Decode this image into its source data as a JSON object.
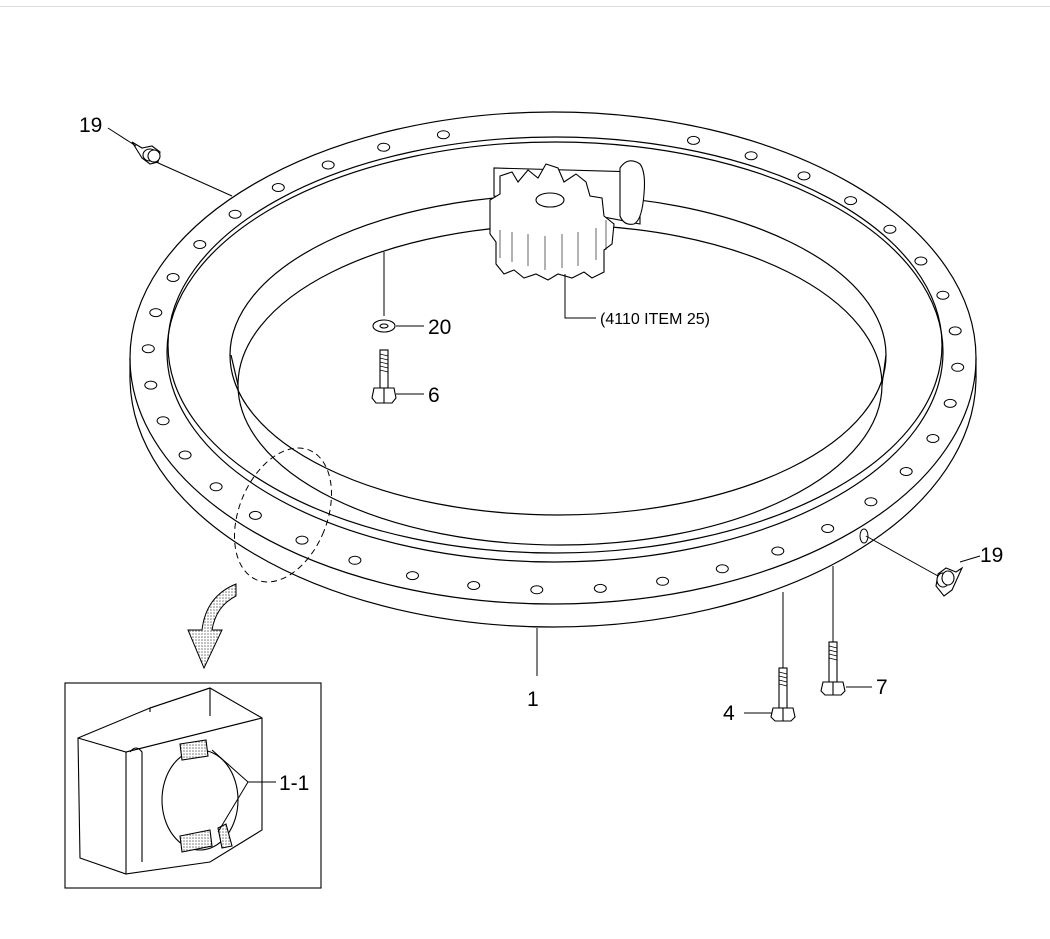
{
  "callouts": {
    "c19_top": "19",
    "c19_right": "19",
    "c20": "20",
    "c6": "6",
    "c1": "1",
    "c4": "4",
    "c7": "7",
    "c1_1": "1-1",
    "pinion_ref": "(4110 ITEM 25)"
  },
  "colors": {
    "line": "#000000",
    "stipple": "#9a9a9a",
    "background": "#ffffff"
  }
}
